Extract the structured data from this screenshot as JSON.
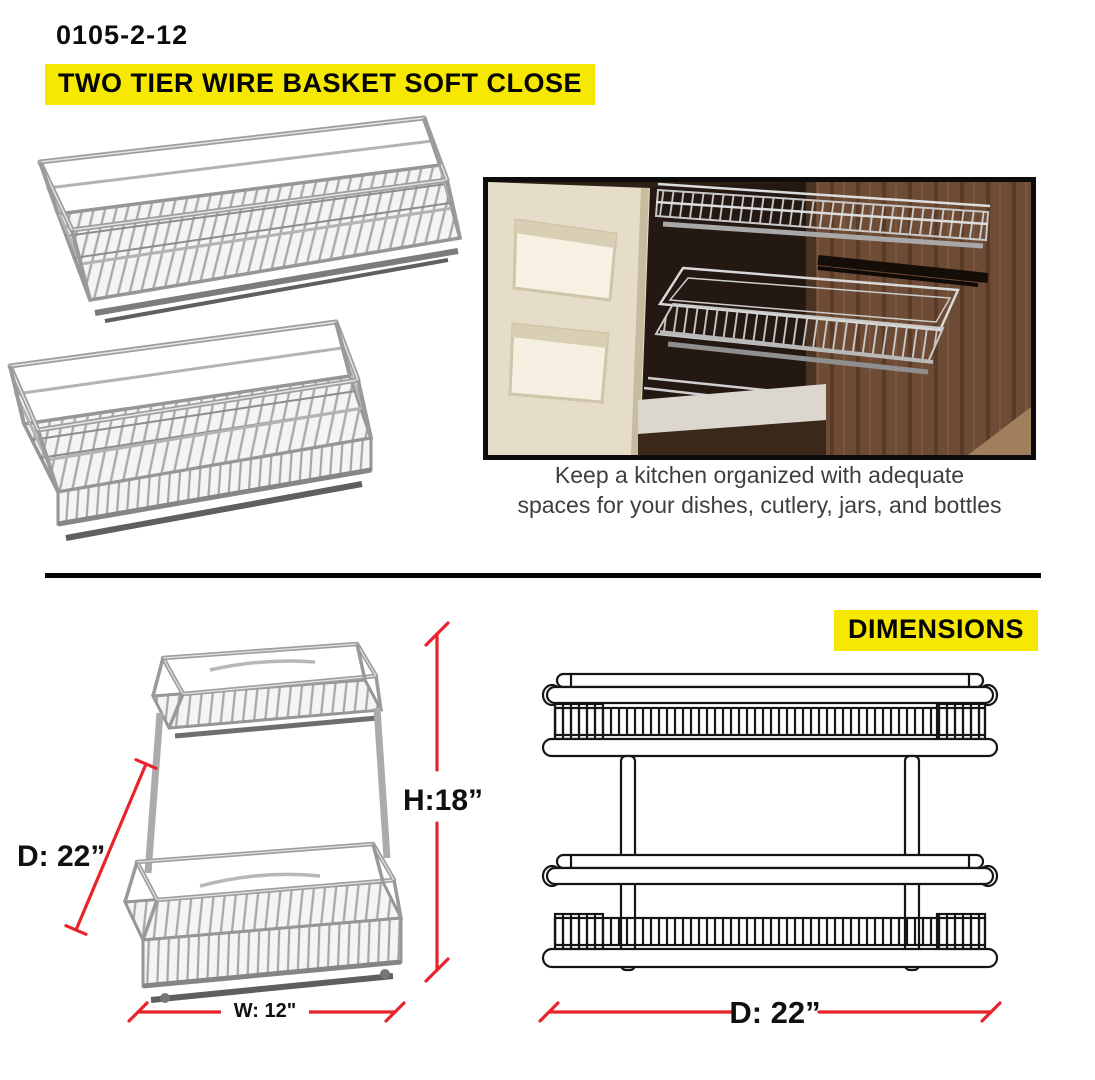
{
  "header": {
    "product_code": "0105-2-12",
    "title": "TWO TIER WIRE BASKET SOFT CLOSE"
  },
  "captions": {
    "line1": "Keep a kitchen organized with adequate",
    "line2": "spaces for your dishes, cutlery, jars, and bottles"
  },
  "dimensions_section": {
    "heading": "DIMENSIONS",
    "height_label": "H:18”",
    "depth_label": "D: 22”",
    "width_label": "W: 12\"",
    "drawing_depth_label": "D: 22”"
  },
  "colors": {
    "highlight_yellow": "#f6e800",
    "dimension_red": "#e8232a",
    "caption_gray": "#3e3e3e",
    "chrome_gray": "#9e9e9e"
  }
}
